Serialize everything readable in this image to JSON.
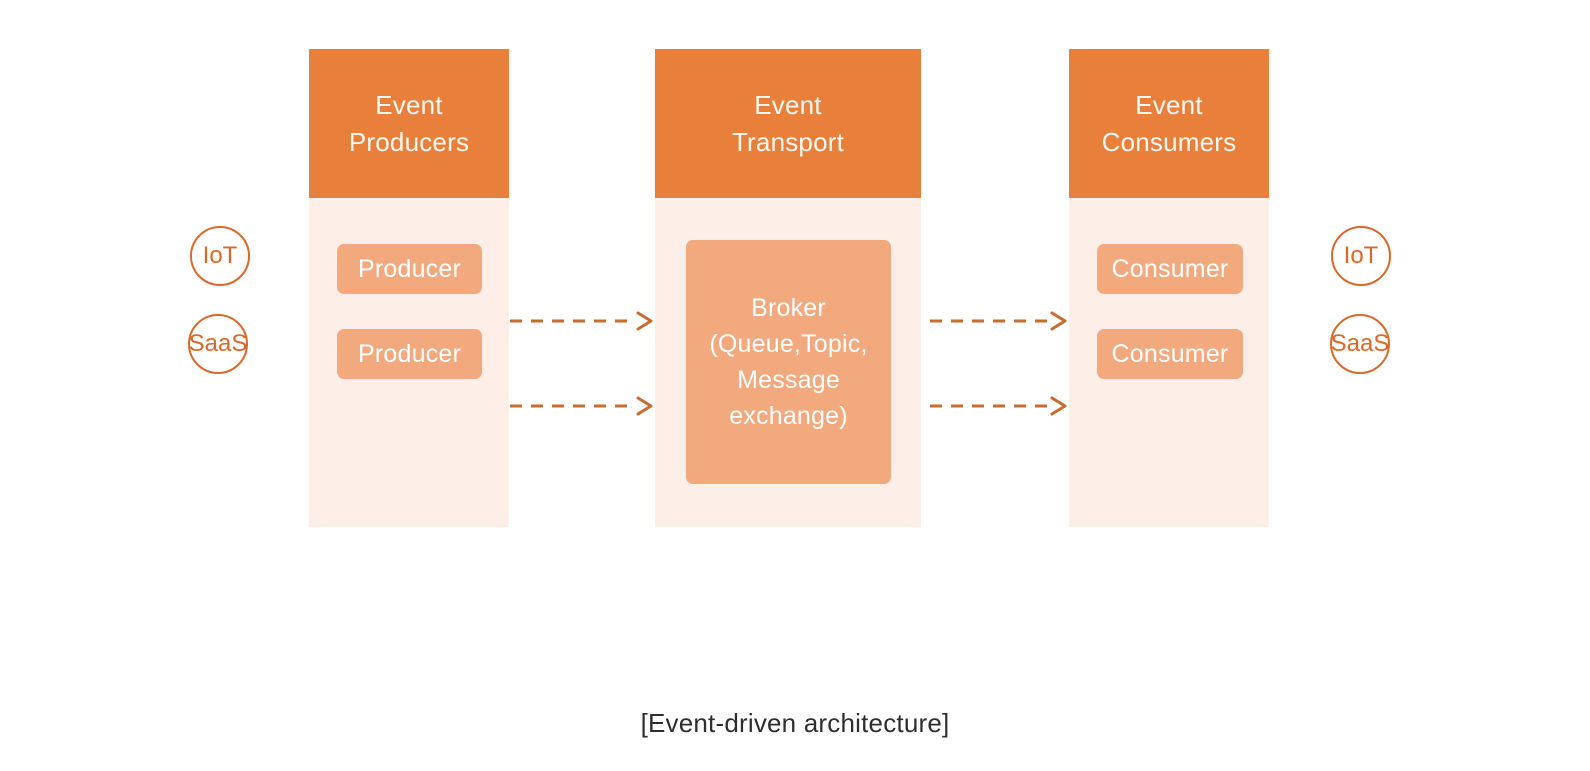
{
  "caption": "[Event-driven architecture]",
  "colors": {
    "header_orange": "#E8803C",
    "body_cream": "#FDEFE7",
    "node_peach": "#F2A97E",
    "stroke_orange": "#D9692A",
    "page_background": "#FFFFFF",
    "caption_text": "#2E2E2E",
    "node_text": "#FFFFFF"
  },
  "columns": [
    {
      "id": "producers",
      "header_line1": "Event",
      "header_line2": "Producers",
      "nodes": [
        {
          "label": "Producer"
        },
        {
          "label": "Producer"
        }
      ]
    },
    {
      "id": "transport",
      "header_line1": "Event",
      "header_line2": "Transport",
      "nodes": [
        {
          "label": "Broker (Queue,Topic, Message exchange)"
        }
      ]
    },
    {
      "id": "consumers",
      "header_line1": "Event",
      "header_line2": "Consumers",
      "nodes": [
        {
          "label": "Consumer"
        },
        {
          "label": "Consumer"
        }
      ]
    }
  ],
  "left_circles": [
    {
      "label": "IoT"
    },
    {
      "label": "SaaS"
    }
  ],
  "right_circles": [
    {
      "label": "IoT"
    },
    {
      "label": "SaaS"
    }
  ],
  "broker": {
    "line1": "Broker",
    "line2": "(Queue,Topic,",
    "line3": "Message",
    "line4": "exchange)"
  },
  "arrows": [
    {
      "id": "producer1-to-broker",
      "from": "producer-1",
      "to": "broker"
    },
    {
      "id": "producer2-to-broker",
      "from": "producer-2",
      "to": "broker"
    },
    {
      "id": "broker-to-consumer1",
      "from": "broker",
      "to": "consumer-1"
    },
    {
      "id": "broker-to-consumer2",
      "from": "broker",
      "to": "consumer-2"
    }
  ]
}
